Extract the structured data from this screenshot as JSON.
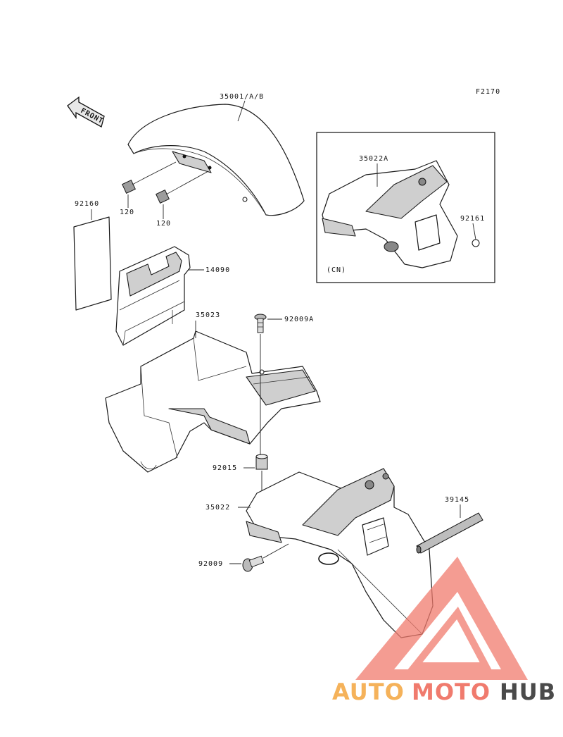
{
  "diagram": {
    "ref_code": "F2170",
    "front_label": "FRONT",
    "inset_label": "(CN)",
    "parts": [
      {
        "id": "p35001",
        "label": "35001/A/B"
      },
      {
        "id": "p120a",
        "label": "120"
      },
      {
        "id": "p120b",
        "label": "120"
      },
      {
        "id": "p92160",
        "label": "92160"
      },
      {
        "id": "p14090",
        "label": "14090"
      },
      {
        "id": "p35023",
        "label": "35023"
      },
      {
        "id": "p92009A",
        "label": "92009A"
      },
      {
        "id": "p92015",
        "label": "92015"
      },
      {
        "id": "p35022",
        "label": "35022"
      },
      {
        "id": "p92009",
        "label": "92009"
      },
      {
        "id": "p39145",
        "label": "39145"
      },
      {
        "id": "p35022A",
        "label": "35022A"
      },
      {
        "id": "p92161",
        "label": "92161"
      }
    ]
  },
  "watermark": {
    "part1": "AUTO",
    "part2": "MOTO",
    "part3": "HUB",
    "color1": "#f5b25a",
    "color2": "#f07b6e",
    "color3": "#4a4a4a",
    "triangle_color": "#f07b6e"
  }
}
